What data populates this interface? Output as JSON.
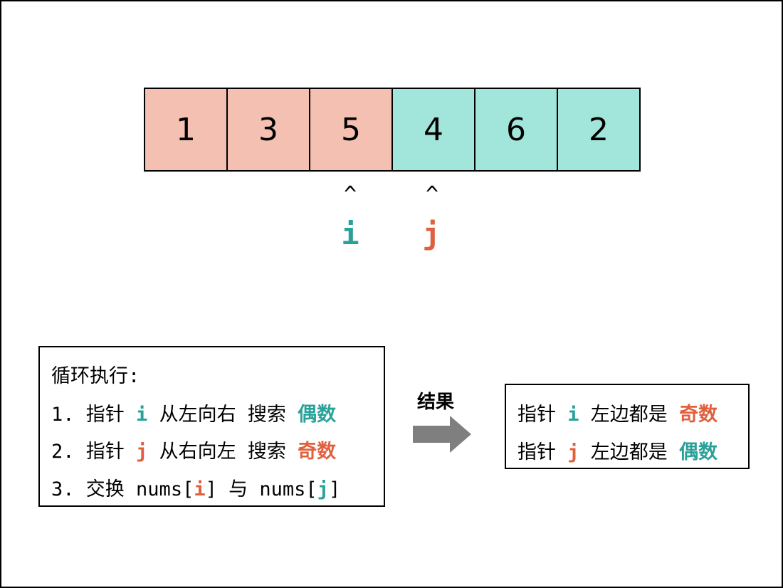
{
  "array": {
    "cells": [
      {
        "value": "1",
        "kind": "odd"
      },
      {
        "value": "3",
        "kind": "odd"
      },
      {
        "value": "5",
        "kind": "odd"
      },
      {
        "value": "4",
        "kind": "even"
      },
      {
        "value": "6",
        "kind": "even"
      },
      {
        "value": "2",
        "kind": "even"
      }
    ],
    "odd_color": "#f3c0b2",
    "even_color": "#a2e5db"
  },
  "pointers": {
    "caret": "^",
    "i": {
      "label": "i",
      "index": 2,
      "color": "#2aa198"
    },
    "j": {
      "label": "j",
      "index": 3,
      "color": "#e0603e"
    }
  },
  "steps": {
    "title": "循环执行:",
    "s1": {
      "num": "1.",
      "prefix": "指针",
      "ptr": "i",
      "dir": "从左向右",
      "action": "搜索",
      "target": "偶数"
    },
    "s2": {
      "num": "2.",
      "prefix": "指针",
      "ptr": "j",
      "dir": "从右向左",
      "action": "搜索",
      "target": "奇数"
    },
    "s3": {
      "num": "3.",
      "verb": "交换",
      "arr1": "nums[",
      "i": "i",
      "close1": "]",
      "conj": "与",
      "arr2": "nums[",
      "j": "j",
      "close2": "]"
    }
  },
  "arrow": {
    "label": "结果",
    "color": "#7f7f7f"
  },
  "result": {
    "r1": {
      "prefix": "指针",
      "ptr": "i",
      "text": "左边都是",
      "target": "奇数"
    },
    "r2": {
      "prefix": "指针",
      "ptr": "j",
      "text": "左边都是",
      "target": "偶数"
    }
  }
}
